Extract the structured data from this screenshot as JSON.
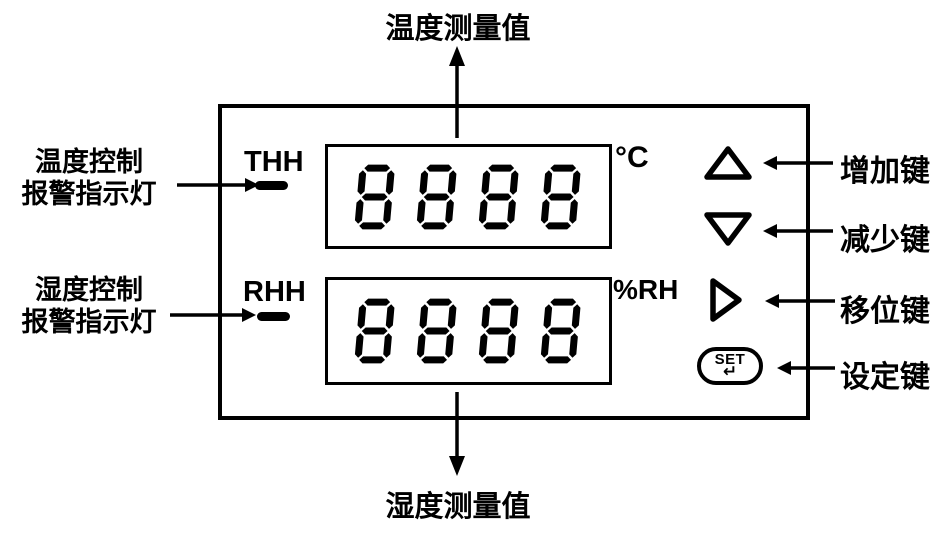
{
  "figure": {
    "background": "#ffffff",
    "ink": "#000000"
  },
  "annotations": {
    "top": "温度测量值",
    "bottom": "湿度测量值",
    "left": [
      {
        "line1": "温度控制",
        "line2": "报警指示灯"
      },
      {
        "line1": "湿度控制",
        "line2": "报警指示灯"
      }
    ],
    "right": [
      {
        "label": "增加键"
      },
      {
        "label": "减少键"
      },
      {
        "label": "移位键"
      },
      {
        "label": "设定键"
      }
    ]
  },
  "panel": {
    "indicators": [
      {
        "label": "THH"
      },
      {
        "label": "RHH"
      }
    ],
    "displays": [
      {
        "value": "8888",
        "unit": "°C"
      },
      {
        "value": "8888",
        "unit": "%RH"
      }
    ],
    "buttons": [
      {
        "name": "increase",
        "icon": "triangle-up-icon"
      },
      {
        "name": "decrease",
        "icon": "triangle-down-icon"
      },
      {
        "name": "shift",
        "icon": "triangle-right-icon"
      },
      {
        "name": "set",
        "label": "SET",
        "icon": "enter-arrow-icon",
        "enter_glyph": "↵"
      }
    ]
  }
}
